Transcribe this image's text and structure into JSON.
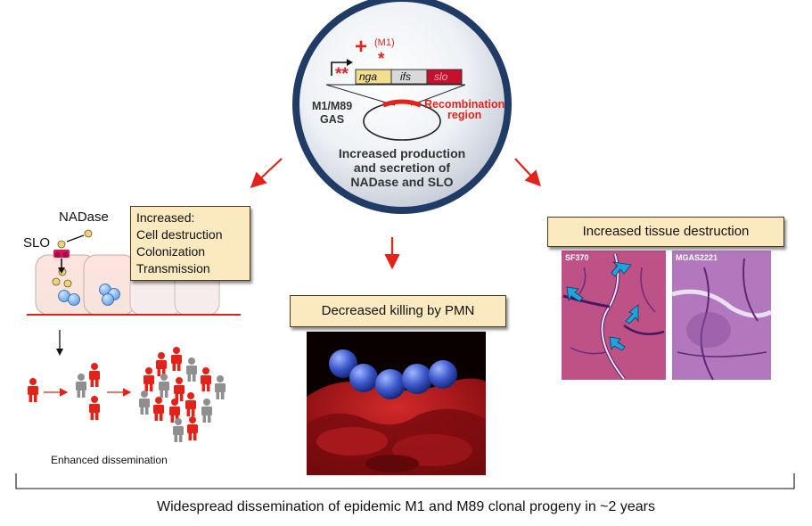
{
  "center": {
    "plus": "+",
    "m1_label": "(M1)",
    "star_single": "*",
    "star_double": "**",
    "genes": [
      "nga",
      "ifs",
      "slo"
    ],
    "strain_line1": "M1/M89",
    "strain_line2": "GAS",
    "recomb_line1": "Recombination",
    "recomb_line2": "region",
    "prod_line1": "Increased production",
    "prod_line2": "and secretion of",
    "prod_line3": "NADase and SLO"
  },
  "left": {
    "nadase_label": "NADase",
    "slo_label": "SLO",
    "box_title": "Increased:",
    "box_items": [
      "Cell destruction",
      "Colonization",
      "Transmission"
    ],
    "dissemination_label": "Enhanced dissemination"
  },
  "middle": {
    "box_label": "Decreased killing by PMN"
  },
  "right": {
    "box_label": "Increased tissue destruction",
    "strain_a": "SF370",
    "strain_b": "MGAS2221"
  },
  "bottom": {
    "caption": "Widespread dissemination of epidemic M1 and M89 clonal progeny in ~2 years"
  },
  "colors": {
    "accent_red": "#e2231a",
    "gene_nga": "#f3dd8f",
    "gene_ifs": "#d9d9d9",
    "gene_slo": "#c8102e",
    "box_fill": "#fbe9bf",
    "circle_border": "#1f3b66",
    "arrow_blue": "#1aa5e0",
    "person_red": "#e2231a",
    "person_gray": "#8f8f8f"
  }
}
